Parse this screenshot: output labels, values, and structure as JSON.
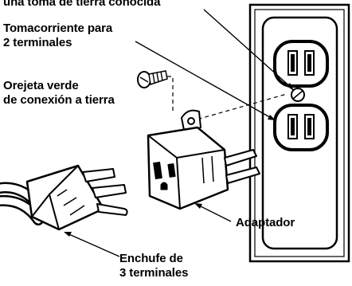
{
  "labels": {
    "ground_screw": {
      "line1": "una toma de tierra conocida"
    },
    "receptacle": {
      "line1": "Tomacorriente para",
      "line2": "2 terminales"
    },
    "ground_tab": {
      "line1": "Orejeta verde",
      "line2": "de conexión a tierra"
    },
    "adapter": {
      "line1": "Adaptador"
    },
    "plug": {
      "line1": "Enchufe de",
      "line2": "3 terminales"
    }
  },
  "colors": {
    "ink": "#000000",
    "paper": "#ffffff"
  },
  "icons": [
    "wall-outlet-icon",
    "screw-icon",
    "adapter-icon",
    "plug-icon"
  ]
}
